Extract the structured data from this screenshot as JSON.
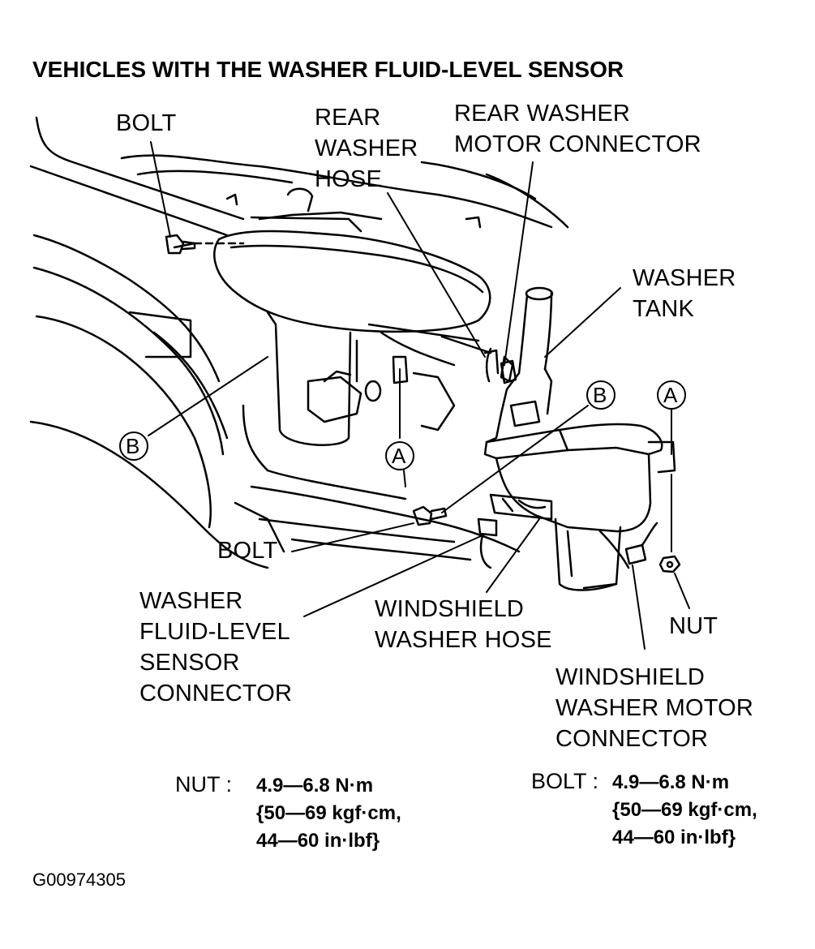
{
  "title": "VEHICLES WITH THE WASHER FLUID-LEVEL SENSOR",
  "labels": {
    "bolt_top": "BOLT",
    "rear_washer_hose": [
      "REAR",
      "WASHER",
      "HOSE"
    ],
    "rear_washer_motor_connector": [
      "REAR WASHER",
      "MOTOR CONNECTOR"
    ],
    "washer_tank": [
      "WASHER",
      "TANK"
    ],
    "bolt_bottom": "BOLT",
    "washer_fluid_level_sensor_connector": [
      "WASHER",
      "FLUID-LEVEL",
      "SENSOR",
      "CONNECTOR"
    ],
    "windshield_washer_hose": [
      "WINDSHIELD",
      "WASHER HOSE"
    ],
    "nut": "NUT",
    "windshield_washer_motor_connector": [
      "WINDSHIELD",
      "WASHER MOTOR",
      "CONNECTOR"
    ]
  },
  "callouts": {
    "b_left": "B",
    "a_center": "A",
    "b_right": "B",
    "a_right": "A"
  },
  "specs": {
    "nut": {
      "label": "NUT :",
      "lines": [
        "4.9—6.8 N·m",
        "{50—69 kgf·cm,",
        "44—60 in·lbf}"
      ]
    },
    "bolt": {
      "label": "BOLT :",
      "lines": [
        "4.9—6.8 N·m",
        "{50—69 kgf·cm,",
        "44—60 in·lbf}"
      ]
    }
  },
  "figure_code": "G00974305"
}
